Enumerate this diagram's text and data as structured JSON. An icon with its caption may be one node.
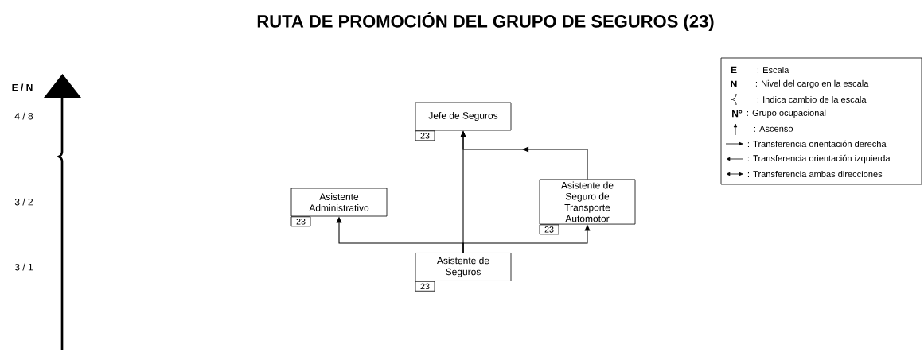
{
  "diagram": {
    "title": "RUTA DE PROMOCIÓN DEL GRUPO DE SEGUROS (23)",
    "nodes": [
      {
        "text": [
          "Jefe de Seguros"
        ],
        "beside": [
          "23"
        ]
      },
      {
        "text": [
          "Asistente Administrativo"
        ],
        "beside": [
          "23"
        ]
      },
      {
        "text": [
          "Asistente de Seguro de Transporte Automotor"
        ],
        "beside": [
          "23"
        ]
      },
      {
        "text": [
          "Asistente de Seguros"
        ],
        "beside": [
          "23"
        ]
      }
    ],
    "edges": [
      {
        "from": 3,
        "to": 0,
        "arrow": "to"
      },
      {
        "from": 3,
        "to": 1,
        "arrow": "to"
      },
      {
        "from": 3,
        "to": 2,
        "arrow": "to"
      },
      {
        "from": 2,
        "to": 0,
        "arrow": "to"
      }
    ],
    "labels": [
      "E / N",
      "4 / 8",
      "3 / 2",
      "3 / 1",
      "E",
      "N",
      "N°"
    ],
    "legend": [
      {
        "text": ": Escala"
      },
      {
        "text": ": Nivel del cargo en la escala"
      },
      {
        "text": ": Indica cambio de la escala"
      },
      {
        "text": ": Grupo ocupacional"
      },
      {
        "text": ": Ascenso"
      },
      {
        "text": ": Transferencia orientación derecha"
      },
      {
        "text": ": Transferencia orientación izquierda"
      },
      {
        "text": ": Transferencia ambas direcciones"
      }
    ]
  }
}
